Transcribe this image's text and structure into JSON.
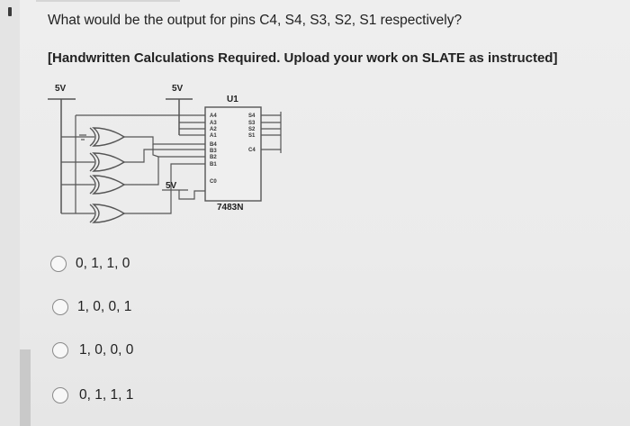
{
  "question": "What would be the output for pins C4, S4, S3, S2, S1 respectively?",
  "instruction": "[Handwritten Calculations Required. Upload your work on SLATE as instructed]",
  "circuit": {
    "supply_left": "5V",
    "supply_mid": "5V",
    "supply_carry": "5V",
    "chip_ref": "U1",
    "chip_part": "7483N",
    "pins_a": [
      "A4",
      "A3",
      "A2",
      "A1"
    ],
    "pins_b": [
      "B4",
      "B3",
      "B2",
      "B1"
    ],
    "pin_c0": "C0",
    "pins_s": [
      "S4",
      "S3",
      "S2",
      "S1"
    ],
    "pin_c4": "C4"
  },
  "options": [
    {
      "label": "0, 1, 1, 0"
    },
    {
      "label": "1, 0, 0, 1"
    },
    {
      "label": "1, 0, 0, 0"
    },
    {
      "label": "0, 1, 1, 1"
    }
  ]
}
